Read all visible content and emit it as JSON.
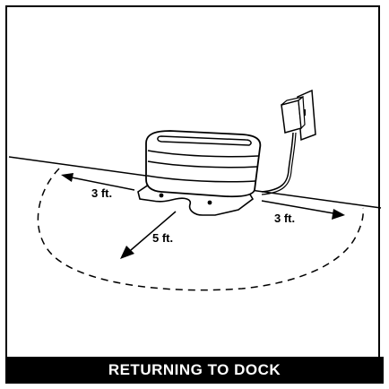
{
  "caption": "RETURNING TO DOCK",
  "dimensions": {
    "left": "3 ft.",
    "right": "3 ft.",
    "front": "5 ft."
  },
  "colors": {
    "line": "#000000",
    "background": "#ffffff",
    "caption_bg": "#000000",
    "caption_text": "#ffffff"
  }
}
